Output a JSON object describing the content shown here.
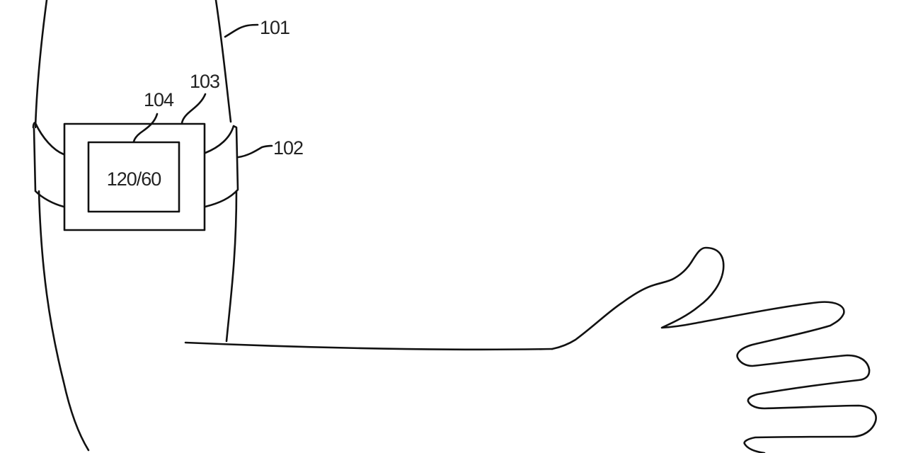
{
  "figure": {
    "labels": {
      "arm": "101",
      "band": "102",
      "device": "103",
      "display": "104"
    },
    "display_reading": "120/60",
    "line_color": "#111111"
  }
}
